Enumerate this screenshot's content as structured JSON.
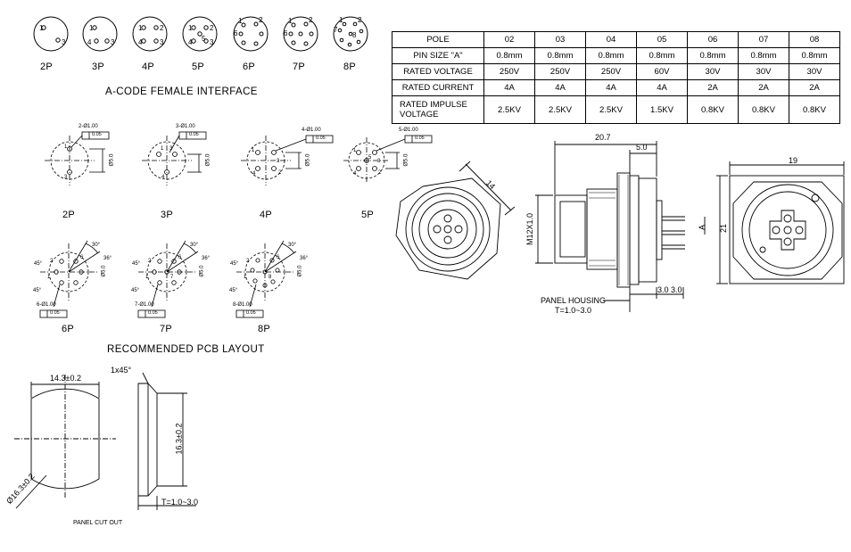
{
  "female_interface": {
    "title": "A-CODE FEMALE INTERFACE",
    "labels": [
      "2P",
      "3P",
      "4P",
      "5P",
      "6P",
      "7P",
      "8P"
    ]
  },
  "pcb_layout": {
    "title": "RECOMMENDED PCB LAYOUT",
    "labels_top": [
      "2P",
      "3P",
      "4P",
      "5P"
    ],
    "labels_bottom": [
      "6P",
      "7P",
      "8P"
    ],
    "tolerances_top": [
      "2-Ø1.00",
      "3-Ø1.00",
      "4-Ø1.00",
      "5-Ø1.00"
    ],
    "tolerances_bottom": [
      "6-Ø1.00",
      "7-Ø1.00",
      "8-Ø1.00"
    ],
    "position_tol": "0.05",
    "bc_label": "Ø5.0"
  },
  "spec_table": {
    "header": [
      "POLE",
      "02",
      "03",
      "04",
      "05",
      "06",
      "07",
      "08"
    ],
    "rows": [
      [
        "PIN SIZE \"A\"",
        "0.8mm",
        "0.8mm",
        "0.8mm",
        "0.8mm",
        "0.8mm",
        "0.8mm",
        "0.8mm"
      ],
      [
        "RATED VOLTAGE",
        "250V",
        "250V",
        "250V",
        "60V",
        "30V",
        "30V",
        "30V"
      ],
      [
        "RATED CURRENT",
        "4A",
        "4A",
        "4A",
        "4A",
        "2A",
        "2A",
        "2A"
      ],
      [
        "RATED IMPULSE VOLTAGE",
        "2.5KV",
        "2.5KV",
        "2.5KV",
        "1.5KV",
        "0.8KV",
        "0.8KV",
        "0.8KV"
      ]
    ]
  },
  "side_view": {
    "dim_overall": "20.7",
    "dim_flange": "5.0",
    "dim_thread": "M12X1.0",
    "dim_pin": "A",
    "dim_bottom_a": "3.0",
    "dim_bottom_b": "3.0",
    "housing_label": "PANEL HOUSING",
    "housing_thickness": "T=1.0~3.0"
  },
  "front_view": {
    "dim_hex": "14"
  },
  "rear_view": {
    "dim_width": "19",
    "dim_height": "21"
  },
  "cutout": {
    "title": "PANEL CUT OUT",
    "dim_width": "14.3±0.2",
    "dim_diameter": "Ø16.3±0.2",
    "dim_height": "16.3±0.2",
    "chamfer": "1x45°",
    "thickness": "T=1.0~3.0"
  }
}
